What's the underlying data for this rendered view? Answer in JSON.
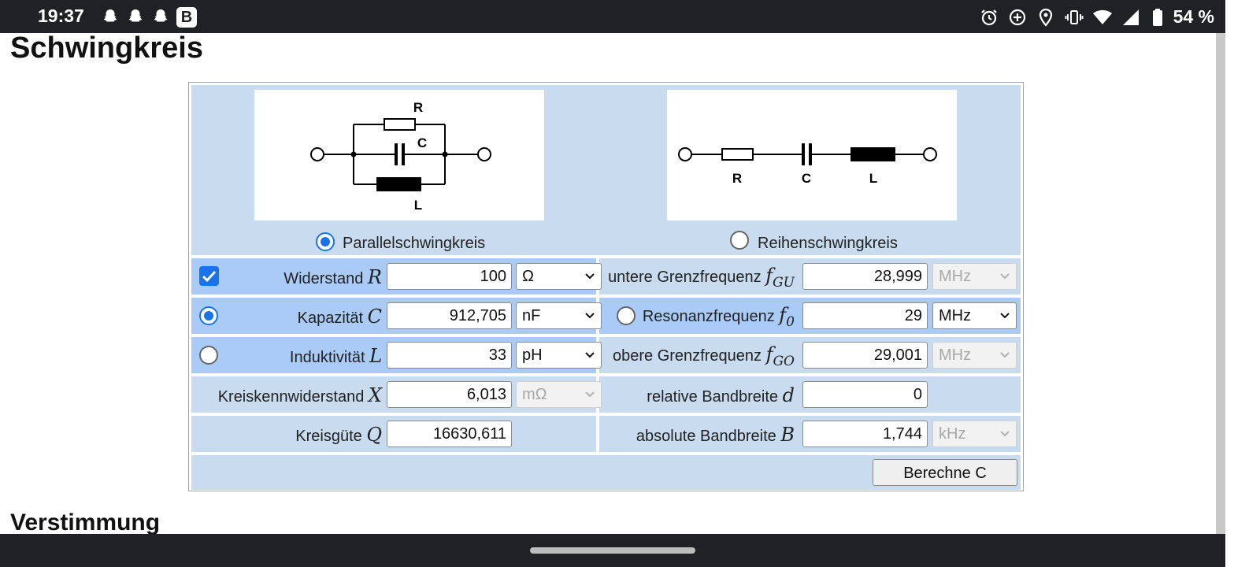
{
  "status_bar": {
    "time": "19:37",
    "badge": "B",
    "battery": "54 %"
  },
  "page": {
    "title": "Schwingkreis",
    "next_section": "Verstimmung"
  },
  "circuit": {
    "parallel_labels": {
      "r": "R",
      "c": "C",
      "l": "L"
    },
    "series_labels": {
      "r": "R",
      "c": "C",
      "l": "L"
    },
    "parallel_option": "Parallelschwingkreis",
    "series_option": "Reihenschwingkreis",
    "selected": "parallel"
  },
  "left": {
    "r": {
      "label": "Widerstand",
      "symbol": "R",
      "value": "100",
      "unit": "Ω"
    },
    "c": {
      "label": "Kapazität",
      "symbol": "C",
      "value": "912,705",
      "unit": "nF"
    },
    "l": {
      "label": "Induktivität",
      "symbol": "L",
      "value": "33",
      "unit": "pH"
    },
    "x": {
      "label": "Kreiskennwiderstand",
      "symbol": "X",
      "value": "6,013",
      "unit": "mΩ"
    },
    "q": {
      "label": "Kreisgüte",
      "symbol": "Q",
      "value": "16630,611"
    }
  },
  "right": {
    "fgu": {
      "label": "untere Grenzfrequenz",
      "symbol": "f",
      "sub": "GU",
      "value": "28,999",
      "unit": "MHz"
    },
    "f0": {
      "label": "Resonanzfrequenz",
      "symbol": "f",
      "sub": "0",
      "value": "29",
      "unit": "MHz"
    },
    "fgo": {
      "label": "obere Grenzfrequenz",
      "symbol": "f",
      "sub": "GO",
      "value": "29,001",
      "unit": "MHz"
    },
    "d": {
      "label": "relative Bandbreite",
      "symbol": "d",
      "value": "0"
    },
    "b": {
      "label": "absolute Bandbreite",
      "symbol": "B",
      "value": "1,744",
      "unit": "kHz"
    }
  },
  "button": {
    "label": "Berechne C"
  },
  "colors": {
    "accent": "#1a73e8",
    "panel": "#c8dbef",
    "highlight": "#a9cbf6"
  }
}
